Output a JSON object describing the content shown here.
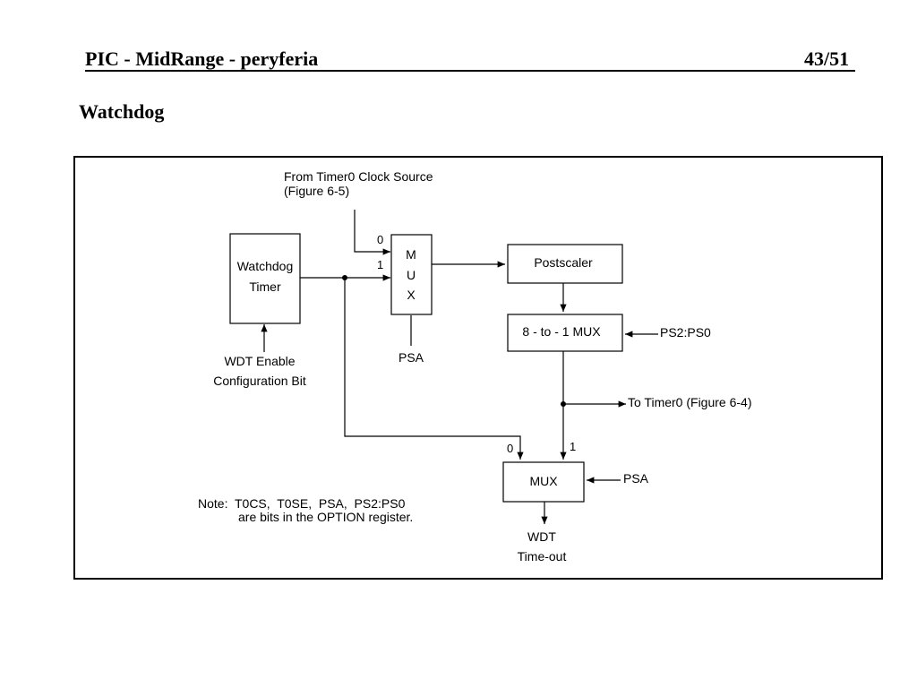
{
  "header": {
    "title": "PIC - MidRange - peryferia",
    "page": "43/51"
  },
  "section_title": "Watchdog",
  "diagram": {
    "source_line1": "From Timer0 Clock Source",
    "source_line2": "(Figure 6-5)",
    "watchdog_line1": "Watchdog",
    "watchdog_line2": "Timer",
    "wdt_enable_line1": "WDT Enable",
    "wdt_enable_line2": "Configuration Bit",
    "mux1_m": "M",
    "mux1_u": "U",
    "mux1_x": "X",
    "mux1_in0": "0",
    "mux1_in1": "1",
    "psa_top": "PSA",
    "postscaler": "Postscaler",
    "mux8": "8 - to - 1 MUX",
    "ps2ps0": "PS2:PS0",
    "to_timer0": "To Timer0 (Figure 6-4)",
    "mux2": "MUX",
    "mux2_in0": "0",
    "mux2_in1": "1",
    "psa_bottom": "PSA",
    "wdt_out_line1": "WDT",
    "wdt_out_line2": "Time-out",
    "note_line1": "Note:  T0CS,  T0SE,  PSA,  PS2:PS0",
    "note_line2": "are bits in the OPTION register."
  }
}
